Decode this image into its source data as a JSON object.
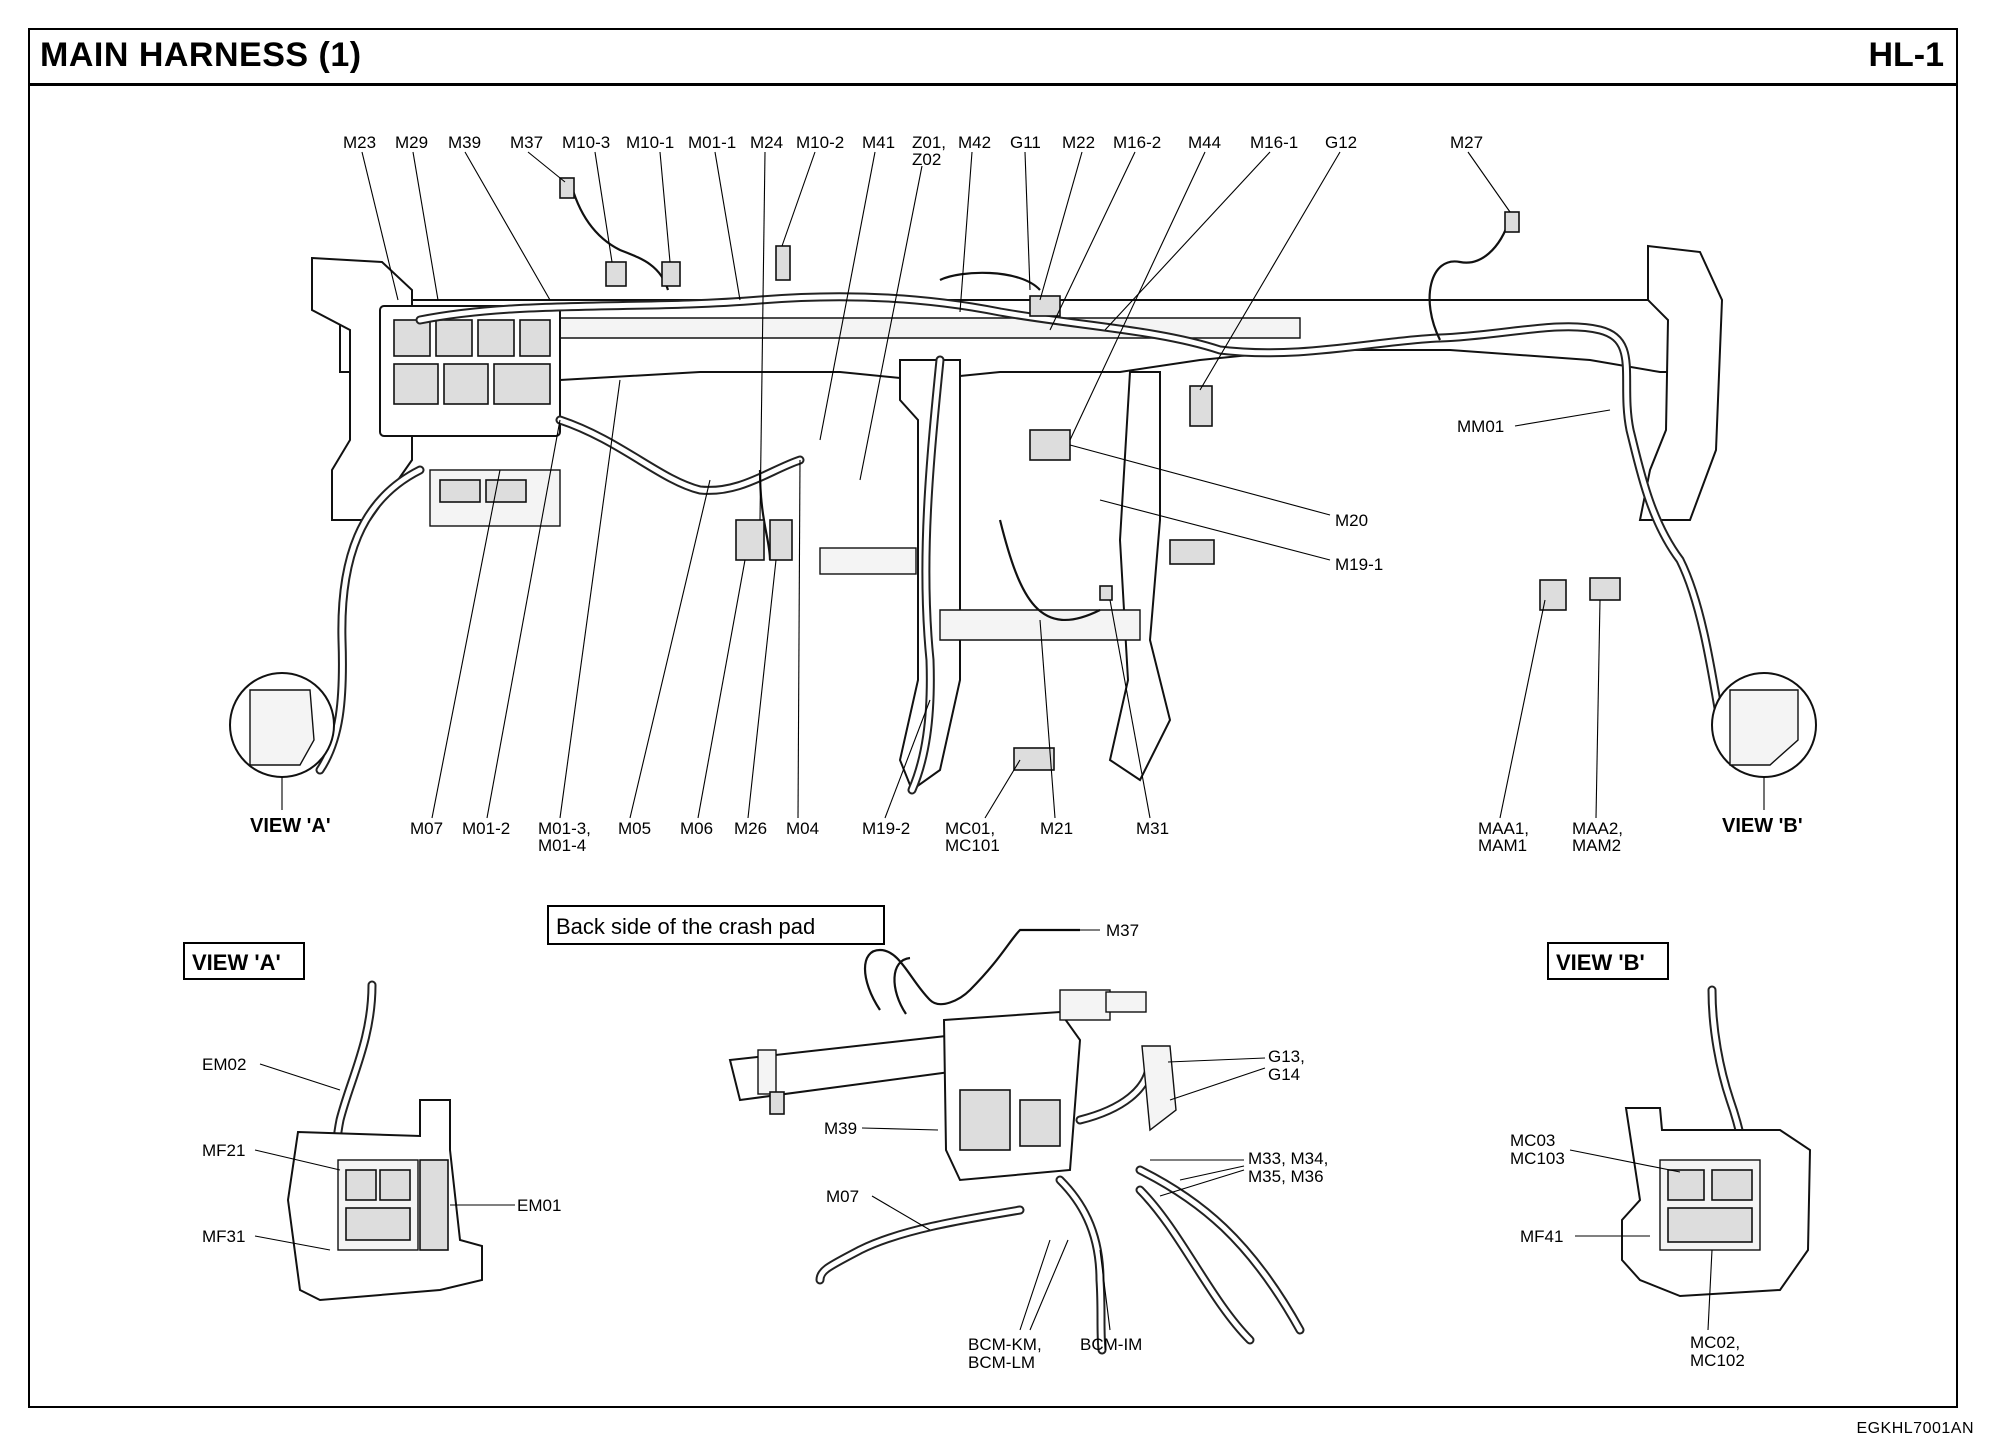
{
  "header": {
    "title": "MAIN HARNESS (1)",
    "page_id": "HL-1"
  },
  "footer": {
    "code": "EGKHL7001AN"
  },
  "main_view": {
    "top_labels": [
      {
        "id": "M23",
        "text": "M23"
      },
      {
        "id": "M29",
        "text": "M29"
      },
      {
        "id": "M39",
        "text": "M39"
      },
      {
        "id": "M37",
        "text": "M37"
      },
      {
        "id": "M10-3",
        "text": "M10-3"
      },
      {
        "id": "M10-1",
        "text": "M10-1"
      },
      {
        "id": "M01-1",
        "text": "M01-1"
      },
      {
        "id": "M24",
        "text": "M24"
      },
      {
        "id": "M10-2",
        "text": "M10-2"
      },
      {
        "id": "M41",
        "text": "M41"
      },
      {
        "id": "Z01",
        "text": "Z01,"
      },
      {
        "id": "Z02",
        "text": "Z02"
      },
      {
        "id": "M42",
        "text": "M42"
      },
      {
        "id": "G11",
        "text": "G11"
      },
      {
        "id": "M22",
        "text": "M22"
      },
      {
        "id": "M16-2",
        "text": "M16-2"
      },
      {
        "id": "M44",
        "text": "M44"
      },
      {
        "id": "M16-1",
        "text": "M16-1"
      },
      {
        "id": "G12",
        "text": "G12"
      },
      {
        "id": "M27",
        "text": "M27"
      }
    ],
    "right_labels": [
      {
        "id": "MM01",
        "text": "MM01"
      },
      {
        "id": "M20",
        "text": "M20"
      },
      {
        "id": "M19-1",
        "text": "M19-1"
      }
    ],
    "bottom_labels": [
      {
        "id": "M07",
        "text": "M07"
      },
      {
        "id": "M01-2",
        "text": "M01-2"
      },
      {
        "id": "M01-3",
        "text": "M01-3,"
      },
      {
        "id": "M01-4",
        "text": "M01-4"
      },
      {
        "id": "M05",
        "text": "M05"
      },
      {
        "id": "M06",
        "text": "M06"
      },
      {
        "id": "M26",
        "text": "M26"
      },
      {
        "id": "M04",
        "text": "M04"
      },
      {
        "id": "M19-2",
        "text": "M19-2"
      },
      {
        "id": "MC01",
        "text": "MC01,"
      },
      {
        "id": "MC101",
        "text": "MC101"
      },
      {
        "id": "M21",
        "text": "M21"
      },
      {
        "id": "M31",
        "text": "M31"
      },
      {
        "id": "MAA1",
        "text": "MAA1,"
      },
      {
        "id": "MAM1",
        "text": "MAM1"
      },
      {
        "id": "MAA2",
        "text": "MAA2,"
      },
      {
        "id": "MAM2",
        "text": "MAM2"
      }
    ],
    "view_a_callout": "VIEW 'A'",
    "view_b_callout": "VIEW 'B'"
  },
  "view_a": {
    "title": "VIEW 'A'",
    "labels": [
      {
        "id": "EM02",
        "text": "EM02"
      },
      {
        "id": "MF21",
        "text": "MF21"
      },
      {
        "id": "EM01",
        "text": "EM01"
      },
      {
        "id": "MF31",
        "text": "MF31"
      }
    ]
  },
  "crash_pad": {
    "title": "Back side of the crash pad",
    "labels": [
      {
        "id": "M37",
        "text": "M37"
      },
      {
        "id": "G13",
        "text": "G13,"
      },
      {
        "id": "G14",
        "text": "G14"
      },
      {
        "id": "M39",
        "text": "M39"
      },
      {
        "id": "M33",
        "text": "M33, M34,"
      },
      {
        "id": "M35",
        "text": "M35, M36"
      },
      {
        "id": "M07",
        "text": "M07"
      },
      {
        "id": "BCM-KM",
        "text": "BCM-KM,"
      },
      {
        "id": "BCM-LM",
        "text": "BCM-LM"
      },
      {
        "id": "BCM-IM",
        "text": "BCM-IM"
      }
    ]
  },
  "view_b": {
    "title": "VIEW 'B'",
    "labels": [
      {
        "id": "MC03",
        "text": "MC03"
      },
      {
        "id": "MC103",
        "text": "MC103"
      },
      {
        "id": "MF41",
        "text": "MF41"
      },
      {
        "id": "MC02",
        "text": "MC02,"
      },
      {
        "id": "MC102",
        "text": "MC102"
      }
    ]
  }
}
